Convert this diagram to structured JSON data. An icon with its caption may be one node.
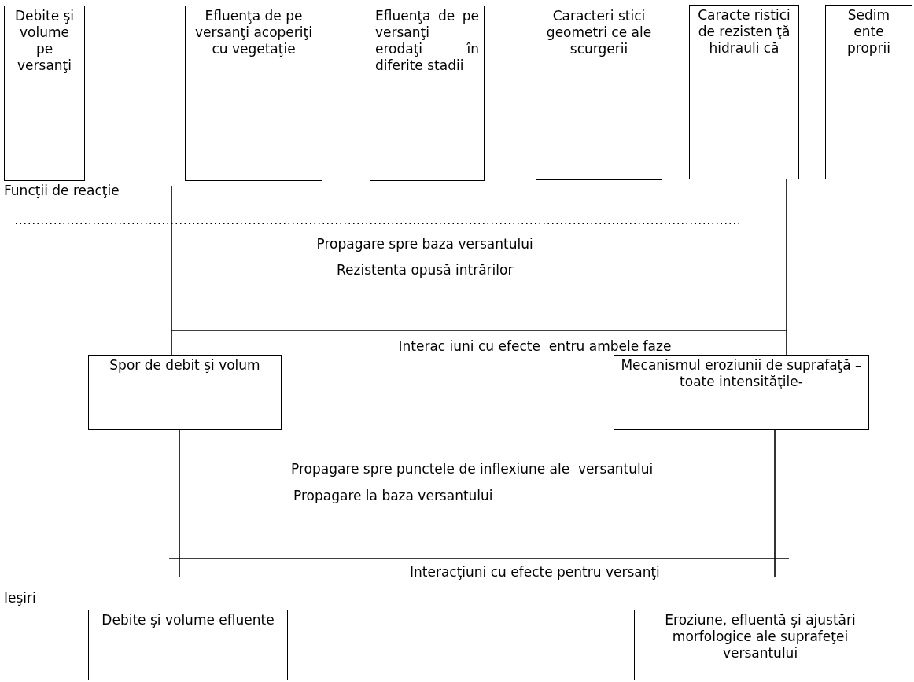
{
  "diagram": {
    "nodes": [
      {
        "text": [
          "Debite şi volume pe versanţi"
        ]
      },
      {
        "text": [
          "Efluenţa de pe versanţi acoperiţi cu vegetaţie"
        ]
      },
      {
        "text": [
          "Efluenţa de pe versanţi erodaţi în diferite stadii"
        ]
      },
      {
        "text": [
          "Caracteri stici geometri ce ale scurgerii"
        ]
      },
      {
        "text": [
          "Caracte ristici de rezisten ţă hidrauli că"
        ]
      },
      {
        "text": [
          "Sedim ente proprii"
        ]
      },
      {
        "text": [
          "Spor de debit şi volum"
        ]
      },
      {
        "text": [
          "Mecanismul eroziunii de suprafaţă –toate intensităţile-"
        ]
      },
      {
        "text": [
          "Debite şi volume efluente"
        ]
      },
      {
        "text": [
          "Eroziune, efluentă şi ajustări morfologice ale suprafeţei versantului"
        ]
      }
    ],
    "edges": [
      {
        "from": null,
        "to": 6,
        "arrow": "none"
      },
      {
        "from": 4,
        "to": 7,
        "arrow": "none"
      },
      {
        "from": 6,
        "to": null,
        "arrow": "none"
      },
      {
        "from": 7,
        "to": null,
        "arrow": "none"
      }
    ],
    "labels": [
      "Funcţii de reacţie",
      "Propagare spre baza versantului",
      "Rezistenta opusă intrărilor",
      "Interac iuni cu efecte  entru ambele faze",
      "Propagare spre punctele de inflexiune ale  versantului",
      "Propagare la baza versantului",
      "Interacţiuni cu efecte pentru versanţi",
      "Ieşiri"
    ]
  }
}
